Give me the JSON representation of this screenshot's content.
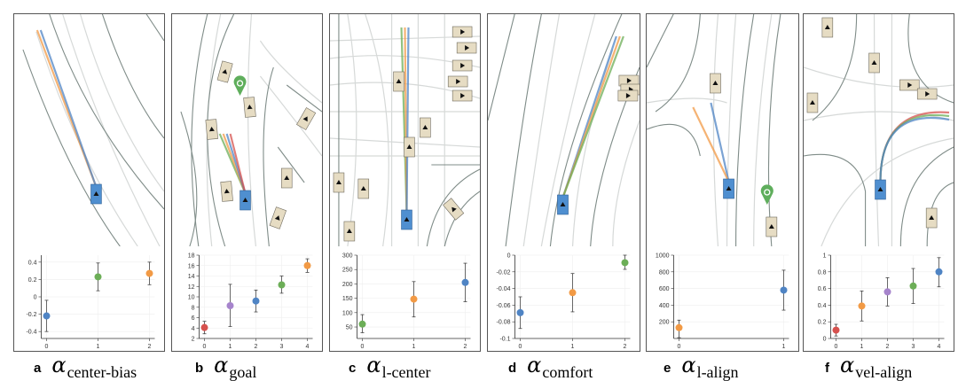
{
  "colors": {
    "blue": "#4f84c4",
    "orange": "#f29a45",
    "green": "#6cae57",
    "red": "#d6514e",
    "purple": "#a684cc",
    "road": "#7f8c88",
    "lane": "#d6d9d8",
    "car": "#e6dcc3",
    "ego": "#4f8fd0"
  },
  "panels": [
    {
      "letter": "a",
      "symbol": "α",
      "subscript": "center-bias"
    },
    {
      "letter": "b",
      "symbol": "α",
      "subscript": "goal"
    },
    {
      "letter": "c",
      "symbol": "α",
      "subscript": "l-center"
    },
    {
      "letter": "d",
      "symbol": "α",
      "subscript": "comfort"
    },
    {
      "letter": "e",
      "symbol": "α",
      "subscript": "l-align"
    },
    {
      "letter": "f",
      "symbol": "α",
      "subscript": "vel-align"
    }
  ],
  "chart_data": [
    {
      "type": "scatter",
      "title": "α center-bias",
      "x": [
        0,
        1,
        2
      ],
      "y": [
        -0.22,
        0.23,
        0.27
      ],
      "err_low": [
        -0.4,
        0.07,
        0.14
      ],
      "err_high": [
        -0.04,
        0.39,
        0.4
      ],
      "colors": [
        "blue",
        "green",
        "orange"
      ],
      "ylim": [
        -0.48,
        0.48
      ],
      "yticks": [
        -0.4,
        -0.2,
        0,
        0.2,
        0.4
      ],
      "ytick_labels": [
        "-0.4",
        "-0.2",
        "0",
        "0.2",
        "0.4"
      ],
      "xticks": [
        "0",
        "1",
        "2"
      ],
      "grid": true
    },
    {
      "type": "scatter",
      "title": "α goal",
      "x": [
        0,
        1,
        2,
        3,
        4
      ],
      "y": [
        4.1,
        8.3,
        9.2,
        12.3,
        16.0
      ],
      "err_low": [
        2.9,
        4.3,
        7.1,
        10.7,
        14.7
      ],
      "err_high": [
        5.3,
        12.4,
        11.3,
        14.0,
        17.3
      ],
      "colors": [
        "red",
        "purple",
        "blue",
        "green",
        "orange"
      ],
      "ylim": [
        2,
        18
      ],
      "yticks": [
        2,
        4,
        6,
        8,
        10,
        12,
        14,
        16,
        18
      ],
      "ytick_labels": [
        "2",
        "4",
        "6",
        "8",
        "10",
        "12",
        "14",
        "16",
        "18"
      ],
      "xticks": [
        "0",
        "1",
        "2",
        "3",
        "4"
      ],
      "grid": true
    },
    {
      "type": "scatter",
      "title": "α l-center",
      "x": [
        0,
        1,
        2
      ],
      "y": [
        60,
        147,
        205
      ],
      "err_low": [
        30,
        85,
        138
      ],
      "err_high": [
        93,
        208,
        272
      ],
      "colors": [
        "green",
        "orange",
        "blue"
      ],
      "ylim": [
        10,
        300
      ],
      "yticks": [
        50,
        100,
        150,
        200,
        250,
        300
      ],
      "ytick_labels": [
        "50",
        "100",
        "150",
        "200",
        "250",
        "300"
      ],
      "xticks": [
        "0",
        "1",
        "2"
      ],
      "grid": true
    },
    {
      "type": "scatter",
      "title": "α comfort",
      "x": [
        0,
        1,
        2
      ],
      "y": [
        -0.069,
        -0.045,
        -0.009
      ],
      "err_low": [
        -0.088,
        -0.068,
        -0.017
      ],
      "err_high": [
        -0.05,
        -0.022,
        0.0
      ],
      "colors": [
        "blue",
        "orange",
        "green"
      ],
      "ylim": [
        -0.1,
        0
      ],
      "yticks": [
        -0.1,
        -0.08,
        -0.06,
        -0.04,
        -0.02,
        0
      ],
      "ytick_labels": [
        "-0.1",
        "-0.08",
        "-0.06",
        "-0.04",
        "-0.02",
        "0"
      ],
      "xticks": [
        "0",
        "1",
        "2"
      ],
      "grid": true
    },
    {
      "type": "scatter",
      "title": "α l-align",
      "x": [
        0,
        1
      ],
      "y": [
        130,
        580
      ],
      "err_low": [
        10,
        340
      ],
      "err_high": [
        220,
        820
      ],
      "colors": [
        "orange",
        "blue"
      ],
      "ylim": [
        0,
        1000
      ],
      "yticks": [
        200,
        400,
        600,
        800,
        1000
      ],
      "ytick_labels": [
        "200",
        "400",
        "600",
        "800",
        "1000"
      ],
      "xticks": [
        "0",
        "1"
      ],
      "grid": true
    },
    {
      "type": "scatter",
      "title": "α vel-align",
      "x": [
        0,
        1,
        2,
        3,
        4
      ],
      "y": [
        0.1,
        0.39,
        0.56,
        0.63,
        0.8
      ],
      "err_low": [
        0.03,
        0.21,
        0.39,
        0.42,
        0.62
      ],
      "err_high": [
        0.17,
        0.57,
        0.73,
        0.84,
        0.97
      ],
      "colors": [
        "red",
        "orange",
        "purple",
        "green",
        "blue"
      ],
      "ylim": [
        0,
        1
      ],
      "yticks": [
        0,
        0.2,
        0.4,
        0.6,
        0.8,
        1
      ],
      "ytick_labels": [
        "0",
        "0.2",
        "0.4",
        "0.6",
        "0.8",
        "1"
      ],
      "xticks": [
        "0",
        "1",
        "2",
        "3",
        "4"
      ],
      "grid": true
    }
  ]
}
